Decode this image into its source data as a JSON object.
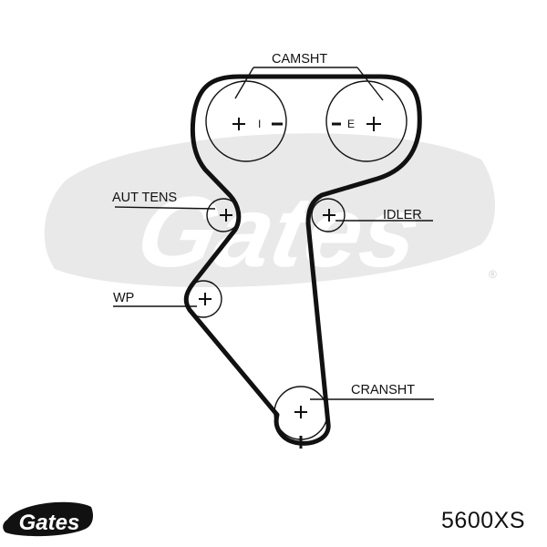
{
  "brand": {
    "name": "Gates",
    "registered_mark": "®",
    "watermark_color": "#e6e6e6",
    "logo_color": "#111111"
  },
  "labels": {
    "camshaft": "CAMSHT",
    "auto_tensioner": "AUT TENS",
    "idler": "IDLER",
    "water_pump": "WP",
    "crankshaft": "CRANSHT"
  },
  "camshaft_marks": {
    "intake": "I",
    "exhaust": "E"
  },
  "part_number": "5600XS"
}
